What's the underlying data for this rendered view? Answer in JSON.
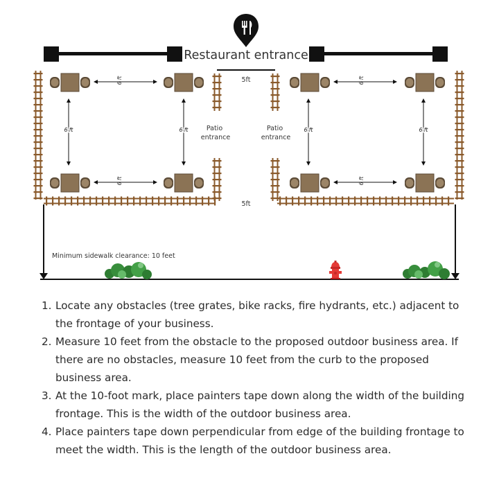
{
  "header": {
    "icon": "fork-knife-icon",
    "entrance_label": "Restaurant entrance"
  },
  "labels": {
    "left_patio_entrance": [
      "Patio",
      "entrance"
    ],
    "right_patio_entrance": [
      "Patio",
      "entrance"
    ],
    "gap_top": "5ft",
    "gap_bottom": "5ft",
    "clearance": "Minimum sidewalk clearance: 10 feet"
  },
  "dimension_labels": {
    "left_top_horizontal": "6 ft",
    "left_bottom_horizontal": "6 ft",
    "left_vertical_left": "6 ft",
    "left_vertical_right": "6 ft",
    "right_top_horizontal": "6 ft",
    "right_bottom_horizontal": "6 ft",
    "right_vertical_left": "6 ft",
    "right_vertical_right": "6 ft"
  },
  "objects": [
    "table-with-chairs",
    "wooden-fence",
    "bush-icon",
    "fire-hydrant-icon"
  ],
  "colors": {
    "table": "#8b7355",
    "chair": "#9c8567",
    "fence": "#8a5a2b",
    "bush_dark": "#2e7d32",
    "bush_light": "#4caf50",
    "hydrant": "#e53935",
    "line": "#111111"
  },
  "steps": [
    {
      "num": "1.",
      "text": "Locate any obstacles (tree grates, bike racks, fire hydrants, etc.) adjacent to the frontage of your business."
    },
    {
      "num": "2.",
      "text": "Measure 10 feet from the obstacle to the proposed outdoor business area. If there are no obstacles, measure 10 feet from the curb to the proposed business area."
    },
    {
      "num": "3.",
      "text": "At the 10-foot mark, place painters tape down along the width of the building frontage. This is the width of the outdoor business area."
    },
    {
      "num": "4.",
      "text": "Place painters tape down perpendicular from edge of the building frontage to meet the width. This is the length of the outdoor business area."
    }
  ]
}
